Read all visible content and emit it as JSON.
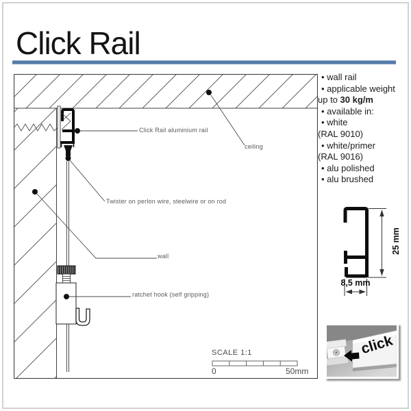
{
  "title": "Click Rail",
  "colors": {
    "accent_bar": "#4d78a8",
    "ink": "#1a1a1a",
    "drawing_line": "#4a4a4a",
    "label_gray": "#595959"
  },
  "specs": {
    "lines": [
      "• wall rail",
      "• applicable weight",
      {
        "prefix": "up to ",
        "bold": "30 kg/m"
      },
      "• available in:",
      "• white",
      "(RAL 9010)",
      "• white/primer",
      "(RAL 9016)",
      "• alu polished",
      "• alu brushed"
    ]
  },
  "diagram": {
    "labels": {
      "rail": "Click Rail aluminium rail",
      "ceiling": "ceiling",
      "twister": "Twister on perlon wire, steelwire or on rod",
      "wall": "wall",
      "ratchet_hook": "ratchet hook (self gripping)"
    },
    "scale": {
      "title": "SCALE 1:1",
      "zero": "0",
      "max": "50mm"
    }
  },
  "profile": {
    "height": "25 mm",
    "width": "8,5 mm"
  },
  "click_badge": {
    "label": "click"
  }
}
